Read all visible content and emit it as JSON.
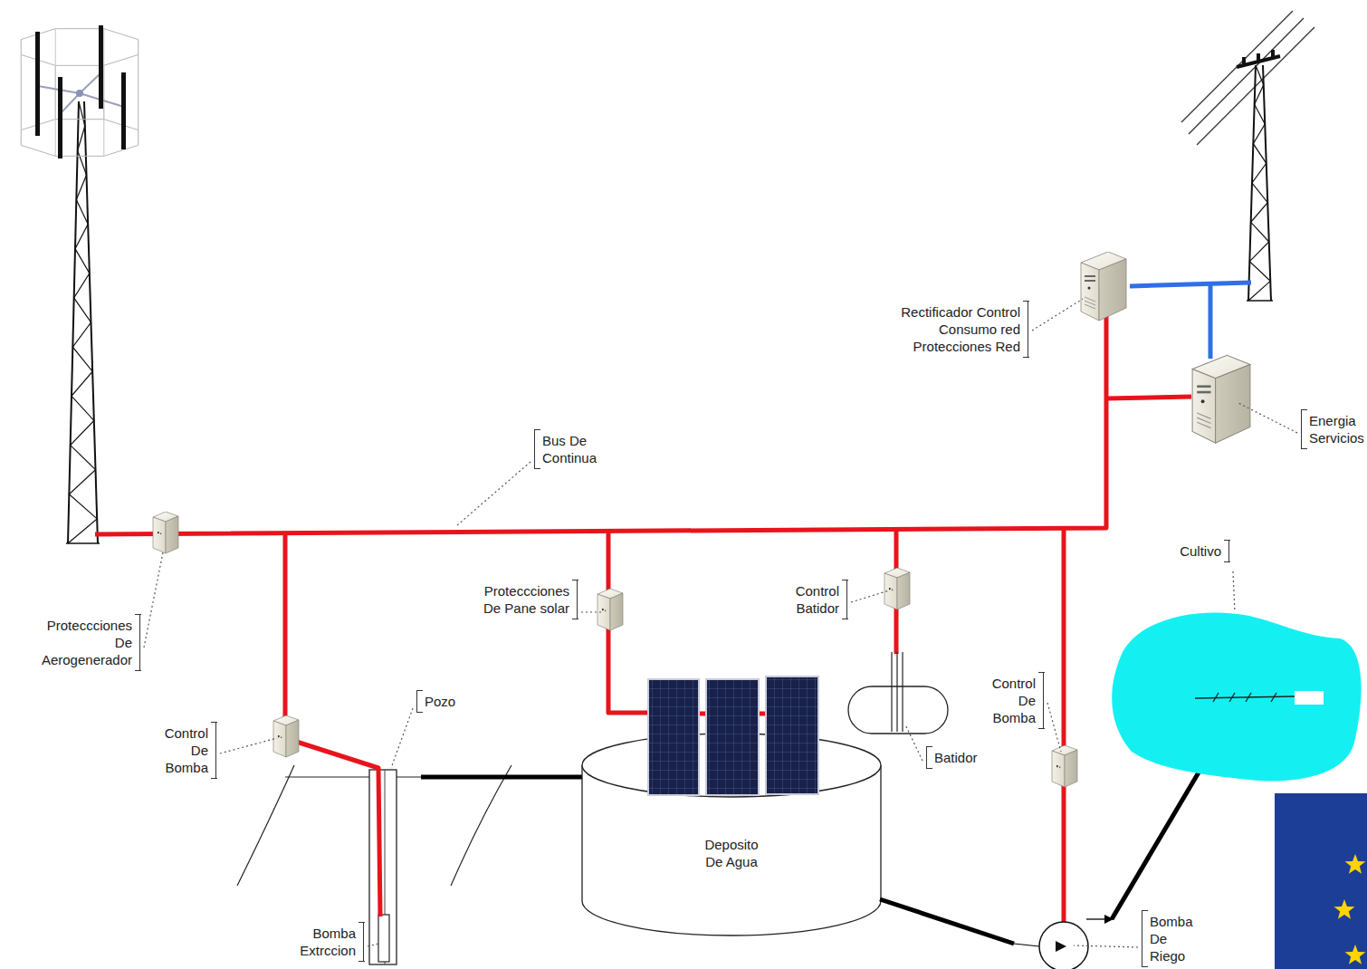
{
  "diagram": {
    "nodes": [
      {
        "text": [
          "Deposito De Agua"
        ]
      }
    ],
    "labels": [
      "Rectificador Control Consumo red Protecciones Red",
      "Energia Servicios",
      "Bus De Continua",
      "Cultivo",
      "Proteccciones De Pane solar",
      "Control Batidor",
      "Proteccciones De Aerogenerador",
      "Pozo",
      "Control De Bomba",
      "Control De Bomba",
      "Batidor",
      "Bomba Extrccion",
      "Bomba De Riego"
    ]
  }
}
